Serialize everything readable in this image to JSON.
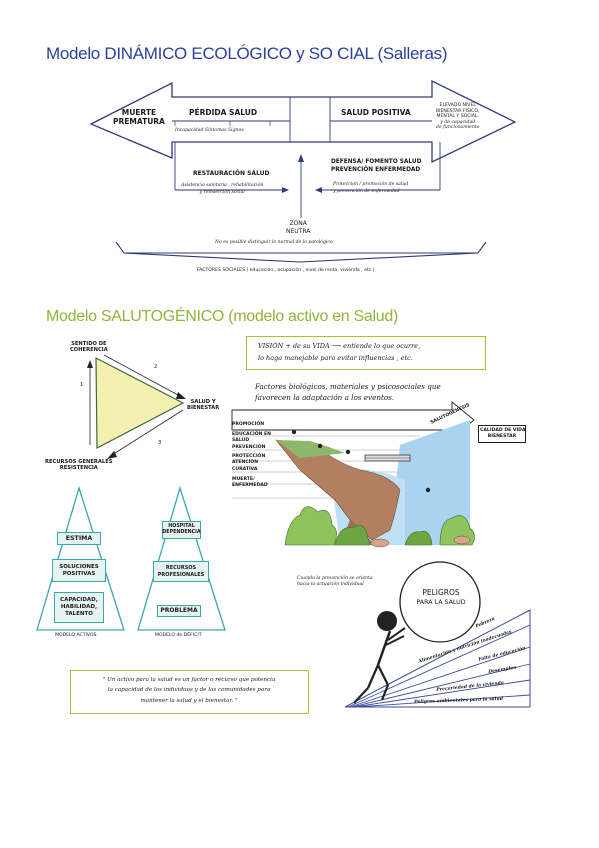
{
  "section1": {
    "title": "Modelo DINÁMICO ECOLÓGICO y SO CIAL (Salleras)",
    "muerte_prematura": [
      "MUERTE",
      "PREMATURA"
    ],
    "perdida_salud": "PÉRDIDA SALUD",
    "perdida_items": "Incapacidad  Síntomas    Signos",
    "salud_positiva": "SALUD POSITIVA",
    "elevado_nivel": [
      "ELEVADO NIVEL",
      "BIENESTAR FÍSICO,",
      "MENTAL Y SOCIAL,",
      "y de capacidad",
      "de funcionamiento"
    ],
    "restauracion": "RESTAURACIÓN SALUD",
    "restauracion_items": [
      "Asistencia sanitaria , rehabilitación",
      "y reinserción social"
    ],
    "defensa": [
      "DEFENSA/ FOMENTO SALUD",
      "PREVENCIÓN ENFERMEDAD"
    ],
    "defensa_items": [
      "Protección / promoción de salud",
      "y prevención de enfermedad"
    ],
    "zona_neutra": [
      "ZONA",
      "NEUTRA"
    ],
    "zona_text": "No es posible distinguir lo normal de lo patológico",
    "factores": "FACTORES SOCIALES  ( educación , ocupación , nivel de renta, vivienda , etc )"
  },
  "section2": {
    "title": "Modelo SALUTOGÉNICO (modelo activo en Salud)",
    "triangle": {
      "top": [
        "SENTIDO DE",
        "COHERENCIA"
      ],
      "right": [
        "SALUD Y",
        "BIENESTAR"
      ],
      "bottom": [
        "RECURSOS GENERALES",
        "RESISTENCIA"
      ],
      "n1": "1",
      "n2": "2",
      "n3": "3"
    },
    "vision_text": [
      "VISIÓN + de su VIDA  ⟶  entiende lo que ocurre,",
      "lo haga manejable para evitar influencias , etc."
    ],
    "factores_text": [
      "Factores biológicos, materiales y psicosociales que",
      "favorecen la adaptación a los eventos."
    ],
    "stream_labels": [
      "PROMOCIÓN",
      "EDUCACIÓN EN",
      "SALUD",
      "PREVENCIÓN",
      "PROTECCIÓN",
      "ATENCIÓN",
      "CURATIVA",
      "MUERTE/",
      "ENFERMEDAD"
    ],
    "salutogenesis": "SALUTOGÉNESIS",
    "calidad_vida": [
      "CALIDAD DE VIDA",
      "BIENESTAR"
    ],
    "pyramid_left": {
      "estima": "ESTIMA",
      "soluciones": [
        "SOLUCIONES",
        "POSITIVAS"
      ],
      "capacidad": [
        "CAPACIDAD,",
        "HABILIDAD,",
        "TALENTO"
      ],
      "label": "MODELO ACTIVOS"
    },
    "pyramid_right": {
      "hospital": [
        "HOSPITAL",
        "DEPENDENCIA"
      ],
      "recursos": [
        "RECURSOS",
        "PROFESIONALES"
      ],
      "problema": "PROBLEMA",
      "label": "MODELO de DÉFICIT"
    },
    "quote": [
      "\" Un activo para la salud es un factor o recurso que potencia",
      "la capacidad de los individuos y de las comunidades para",
      "mantener la salud y el bienestar. \""
    ],
    "peligros_note": [
      "Cuando la prevención se orienta",
      "hacia la actuación individual"
    ],
    "peligros": [
      "PELIGROS",
      "PARA LA SALUD"
    ],
    "ramp_labels": [
      "Pobreza",
      "Alimentación y nutrición inadecuadas",
      "Falta de educación",
      "Desempleo",
      "Precariedad de la vivienda",
      "Peligros ambientales para la salud"
    ]
  },
  "colors": {
    "title_blue": "#2b3f9c",
    "title_green": "#8fb53a",
    "teal": "#3aa6b0",
    "yellow": "#f3f0b0",
    "water": "#a9d3ef"
  }
}
